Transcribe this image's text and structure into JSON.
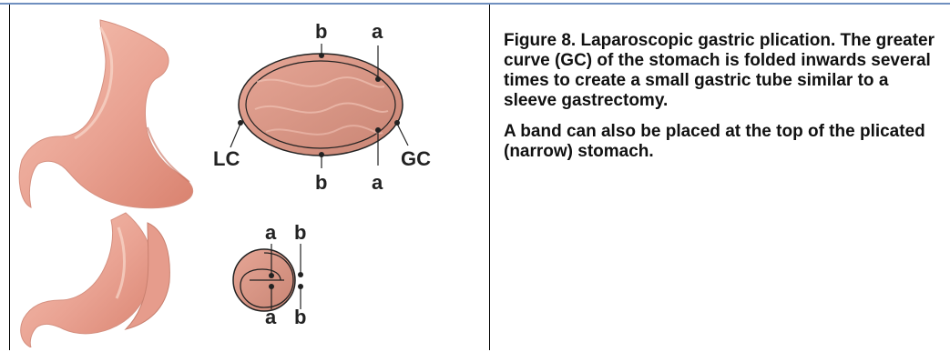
{
  "figure": {
    "labels": {
      "top_b_upper": "b",
      "top_a_upper": "a",
      "top_lc": "LC",
      "top_gc": "GC",
      "top_b_lower": "b",
      "top_a_lower": "a",
      "bottom_a_upper": "a",
      "bottom_b_upper": "b",
      "bottom_a_lower": "a",
      "bottom_b_lower": "b"
    }
  },
  "caption": {
    "paragraph1": "Figure 8. Laparoscopic gastric plication. The greater curve (GC) of the stomach is folded inwards several times to create a small gastric tube similar to a sleeve gastrectomy.",
    "paragraph2": "A band can also be placed at the top of the plicated (narrow) stomach."
  }
}
